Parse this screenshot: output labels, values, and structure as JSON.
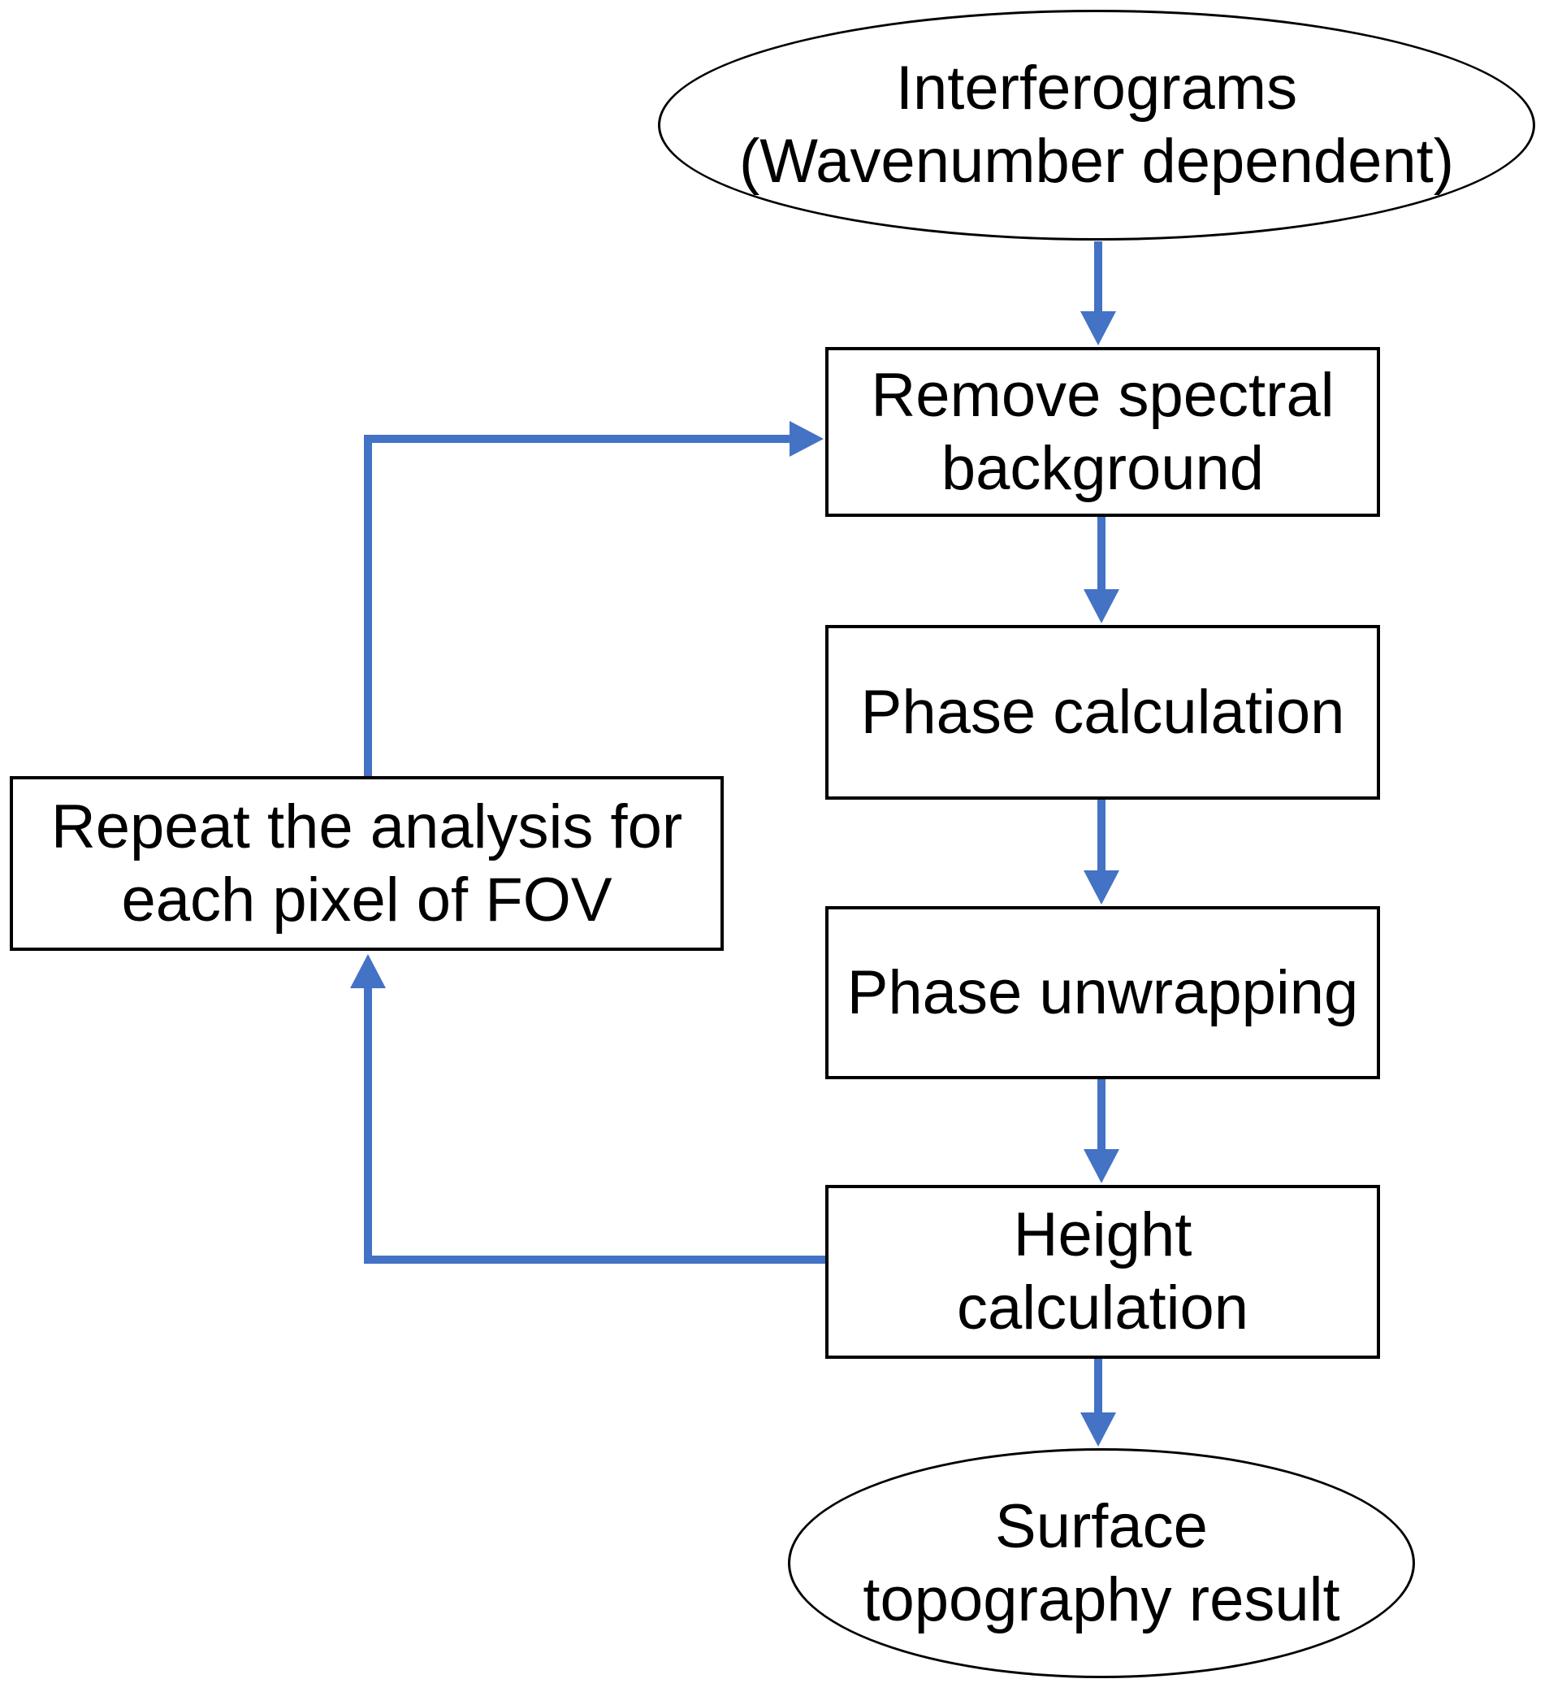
{
  "diagram": {
    "colors": {
      "accent": "#4472C4",
      "node_border": "#000000",
      "background": "#FFFFFF",
      "text": "#000000"
    },
    "nodes": {
      "start": {
        "shape": "ellipse",
        "lines": [
          "Interferograms",
          "(Wavenumber dependent)"
        ]
      },
      "remove_background": {
        "shape": "rect",
        "lines": [
          "Remove spectral",
          "background"
        ]
      },
      "phase_calculation": {
        "shape": "rect",
        "lines": [
          "Phase calculation"
        ]
      },
      "phase_unwrapping": {
        "shape": "rect",
        "lines": [
          "Phase unwrapping"
        ]
      },
      "height_calculation": {
        "shape": "rect",
        "lines": [
          "Height",
          "calculation"
        ]
      },
      "end": {
        "shape": "ellipse",
        "lines": [
          "Surface",
          "topography result"
        ]
      },
      "repeat_loop": {
        "shape": "rect",
        "lines": [
          "Repeat the analysis for",
          "each pixel of FOV"
        ]
      }
    },
    "edges": [
      {
        "from": "start",
        "to": "remove_background"
      },
      {
        "from": "remove_background",
        "to": "phase_calculation"
      },
      {
        "from": "phase_calculation",
        "to": "phase_unwrapping"
      },
      {
        "from": "phase_unwrapping",
        "to": "height_calculation"
      },
      {
        "from": "height_calculation",
        "to": "end"
      },
      {
        "from": "height_calculation",
        "to": "repeat_loop"
      },
      {
        "from": "repeat_loop",
        "to": "remove_background"
      }
    ]
  }
}
